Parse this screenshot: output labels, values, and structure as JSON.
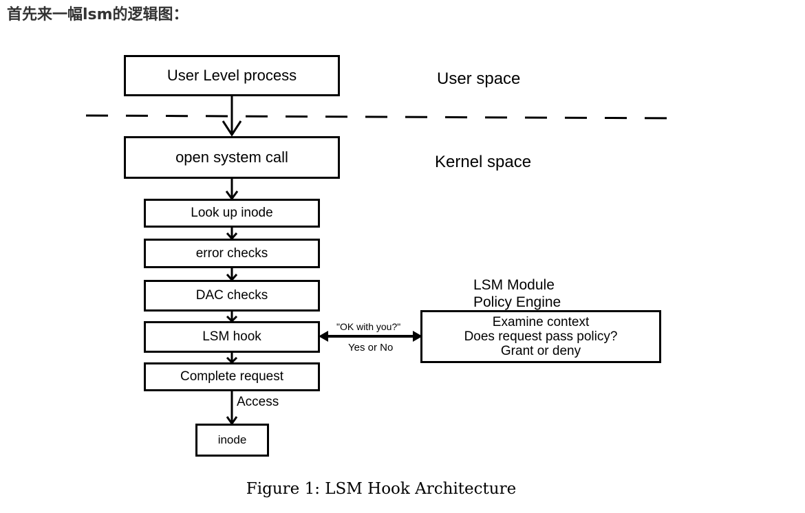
{
  "heading": "首先来一幅lsm的逻辑图：",
  "diagram": {
    "boxes": {
      "user_process": "User Level process",
      "open_syscall": "open system call",
      "lookup_inode": "Look up inode",
      "error_checks": "error checks",
      "dac_checks": "DAC checks",
      "lsm_hook": "LSM hook",
      "complete_request": "Complete request",
      "inode": "inode"
    },
    "regions": {
      "user_space": "User space",
      "kernel_space": "Kernel space"
    },
    "module": {
      "title_line1": "LSM Module",
      "title_line2": "Policy Engine",
      "lines": [
        "Examine context",
        "Does request pass policy?",
        "Grant or deny"
      ]
    },
    "edge_labels": {
      "query": "\"OK with you?\"",
      "answer": "Yes or No",
      "access": "Access"
    }
  },
  "caption": "Figure 1: LSM Hook Architecture"
}
